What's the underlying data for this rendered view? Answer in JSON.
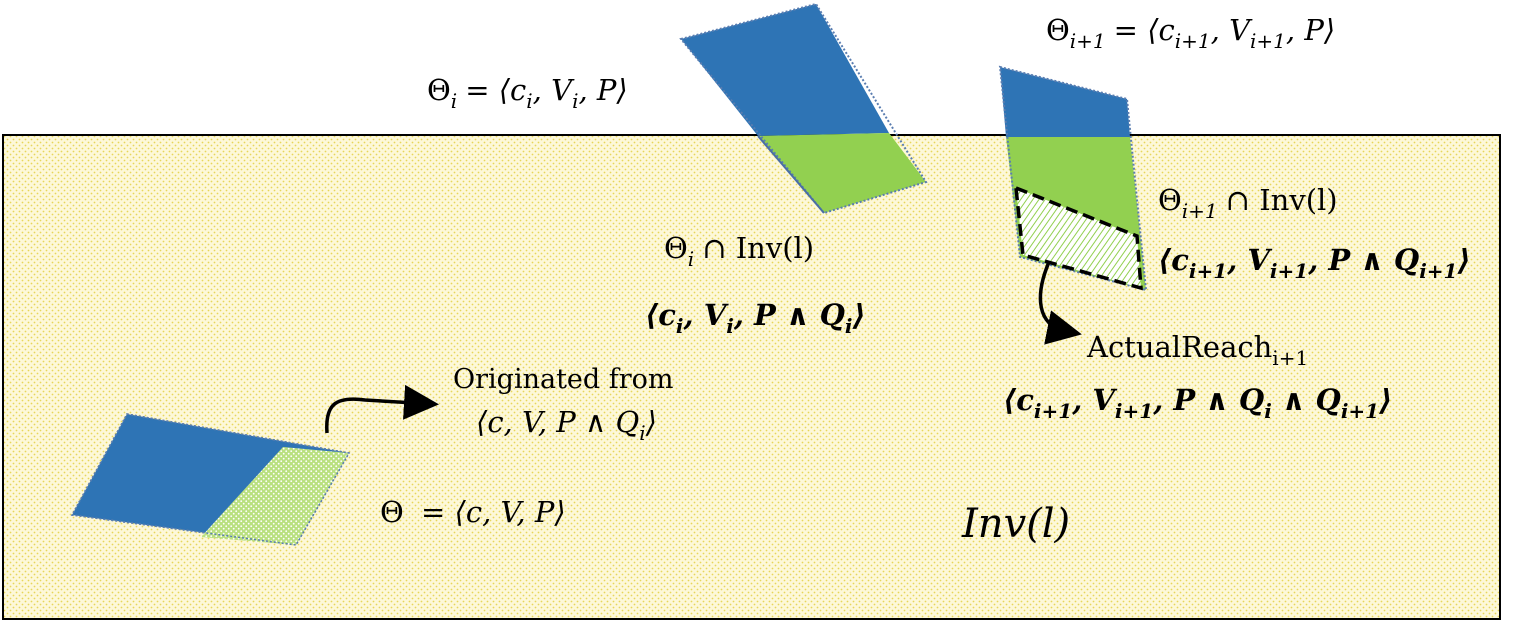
{
  "colors": {
    "region_fill": "#fdf8d9",
    "region_dots": "#e8d65a",
    "set_blue": "#2e74b5",
    "set_green": "#92d050",
    "outline": "#000000"
  },
  "region": {
    "label": "Inv(l)"
  },
  "theta": {
    "sym": "Θ",
    "label": "= ⟨c, V, P⟩"
  },
  "theta_i": {
    "sym": "Θ",
    "sub": "i",
    "label": "= ⟨c",
    "label_sub": "i",
    "label_mid": ", V",
    "label_sub2": "i",
    "label_end": ", P⟩"
  },
  "theta_i1": {
    "sym": "Θ",
    "sub": "i+1",
    "label": "= ⟨c",
    "label_sub": "i+1",
    "label_mid": ", V",
    "label_sub2": "i+1",
    "label_end": ", P⟩"
  },
  "originated": {
    "line1": "Originated from",
    "line2_a": "⟨c, V, P ∧ Q",
    "line2_sub": "i",
    "line2_end": "⟩"
  },
  "intersect_i": {
    "sym": "Θ",
    "sub": "i",
    "rest": "∩ Inv(l)",
    "tuple_a": "⟨c",
    "tuple_sub1": "i",
    "tuple_b": ", V",
    "tuple_sub2": "i",
    "tuple_c": ", P ∧ Q",
    "tuple_sub3": "i",
    "tuple_d": "⟩"
  },
  "intersect_i1": {
    "sym": "Θ",
    "sub": "i+1",
    "rest": "∩ Inv(l)",
    "tuple_a": "⟨c",
    "tuple_sub1": "i+1",
    "tuple_b": ", V",
    "tuple_sub2": "i+1",
    "tuple_c": ", P ∧ Q",
    "tuple_sub3": "i+1",
    "tuple_d": "⟩"
  },
  "actual_reach": {
    "name": "ActualReach",
    "sub": "i+1",
    "tuple_a": "⟨c",
    "tuple_sub1": "i+1",
    "tuple_b": ", V",
    "tuple_sub2": "i+1",
    "tuple_c": ", P ∧ Q",
    "tuple_sub3": "i",
    "tuple_d": " ∧ Q",
    "tuple_sub4": "i+1",
    "tuple_e": "⟩"
  }
}
